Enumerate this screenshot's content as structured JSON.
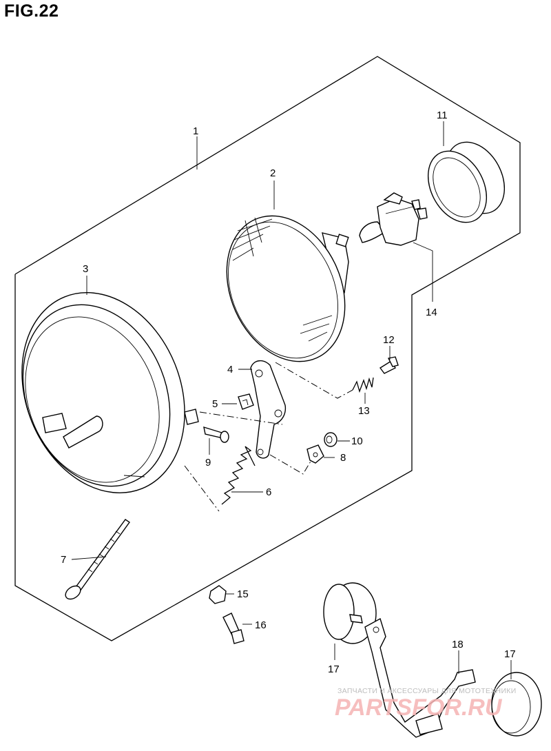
{
  "figure": {
    "title": "FIG.22"
  },
  "callouts": [
    {
      "id": "1",
      "label": "1"
    },
    {
      "id": "2",
      "label": "2"
    },
    {
      "id": "3",
      "label": "3"
    },
    {
      "id": "4",
      "label": "4"
    },
    {
      "id": "5",
      "label": "5"
    },
    {
      "id": "6",
      "label": "6"
    },
    {
      "id": "7",
      "label": "7"
    },
    {
      "id": "8",
      "label": "8"
    },
    {
      "id": "9",
      "label": "9"
    },
    {
      "id": "10",
      "label": "10"
    },
    {
      "id": "11",
      "label": "11"
    },
    {
      "id": "12",
      "label": "12"
    },
    {
      "id": "13",
      "label": "13"
    },
    {
      "id": "14",
      "label": "14"
    },
    {
      "id": "15",
      "label": "15"
    },
    {
      "id": "16",
      "label": "16"
    },
    {
      "id": "17a",
      "label": "17"
    },
    {
      "id": "17b",
      "label": "17"
    },
    {
      "id": "18",
      "label": "18"
    }
  ],
  "watermark": {
    "tagline": "ЗАПЧАСТИ И АКСЕССУАРЫ ДЛЯ МОТОТЕХНИКИ",
    "brand": "PARTSFOR.RU",
    "color": "#f5b3b3"
  }
}
